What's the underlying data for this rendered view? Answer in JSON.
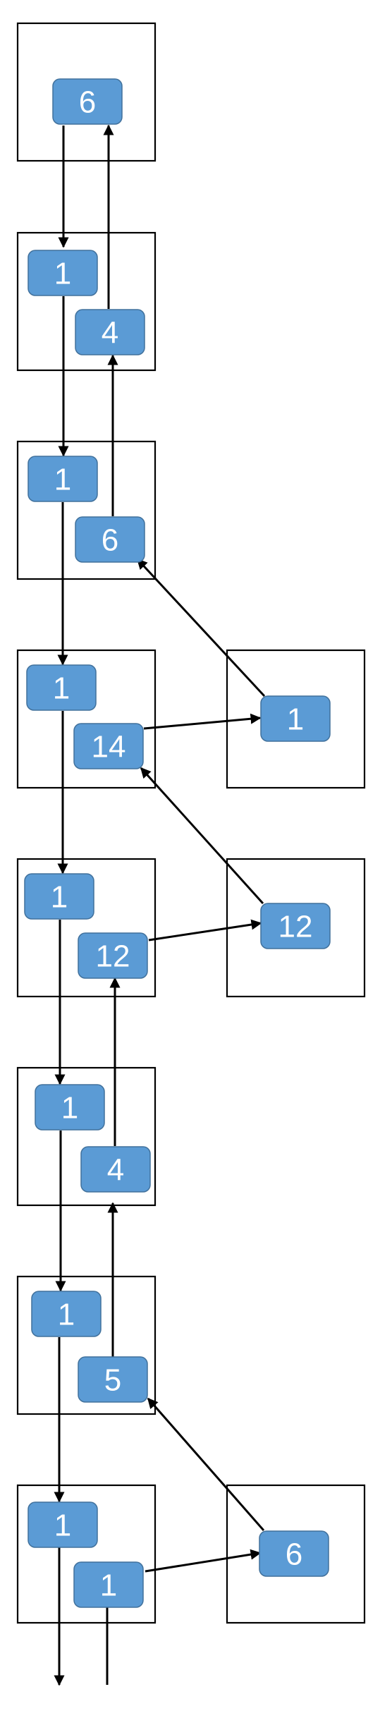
{
  "colors": {
    "pill_fill": "#5b9bd5",
    "pill_stroke": "#41719c",
    "pill_text": "#ffffff",
    "line": "#000000"
  },
  "diagram": {
    "boxes": [
      {
        "id": "b1",
        "pills": [
          {
            "id": "p1",
            "label": "6"
          }
        ]
      },
      {
        "id": "b2",
        "pills": [
          {
            "id": "p2a",
            "label": "1"
          },
          {
            "id": "p2b",
            "label": "4"
          }
        ]
      },
      {
        "id": "b3",
        "pills": [
          {
            "id": "p3a",
            "label": "1"
          },
          {
            "id": "p3b",
            "label": "6"
          }
        ]
      },
      {
        "id": "b4",
        "pills": [
          {
            "id": "p4a",
            "label": "1"
          },
          {
            "id": "p4b",
            "label": "14"
          }
        ]
      },
      {
        "id": "r4",
        "pills": [
          {
            "id": "q4",
            "label": "1"
          }
        ]
      },
      {
        "id": "b5",
        "pills": [
          {
            "id": "p5a",
            "label": "1"
          },
          {
            "id": "p5b",
            "label": "12"
          }
        ]
      },
      {
        "id": "r5",
        "pills": [
          {
            "id": "q5",
            "label": "12"
          }
        ]
      },
      {
        "id": "b6",
        "pills": [
          {
            "id": "p6a",
            "label": "1"
          },
          {
            "id": "p6b",
            "label": "4"
          }
        ]
      },
      {
        "id": "b7",
        "pills": [
          {
            "id": "p7a",
            "label": "1"
          },
          {
            "id": "p7b",
            "label": "5"
          }
        ]
      },
      {
        "id": "b8",
        "pills": [
          {
            "id": "p8a",
            "label": "1"
          },
          {
            "id": "p8b",
            "label": "1"
          }
        ]
      },
      {
        "id": "r8",
        "pills": [
          {
            "id": "q8",
            "label": "6"
          }
        ]
      }
    ],
    "edges": [
      {
        "from": "p1",
        "to": "p2a"
      },
      {
        "from": "p2a",
        "to": "p3a"
      },
      {
        "from": "p3a",
        "to": "p4a"
      },
      {
        "from": "p4a",
        "to": "p5a"
      },
      {
        "from": "p5a",
        "to": "p6a"
      },
      {
        "from": "p6a",
        "to": "p7a"
      },
      {
        "from": "p7a",
        "to": "p8a"
      },
      {
        "from": "p8a",
        "to": "out"
      },
      {
        "from": "in",
        "to": "p8b"
      },
      {
        "from": "p8b",
        "to": "q8"
      },
      {
        "from": "q8",
        "to": "p7b"
      },
      {
        "from": "p7b",
        "to": "p6b"
      },
      {
        "from": "p6b",
        "to": "p5b"
      },
      {
        "from": "p5b",
        "to": "q5"
      },
      {
        "from": "q5",
        "to": "p4b"
      },
      {
        "from": "p4b",
        "to": "q4"
      },
      {
        "from": "q4",
        "to": "p3b"
      },
      {
        "from": "p3b",
        "to": "p2b"
      },
      {
        "from": "p2b",
        "to": "p1"
      }
    ]
  }
}
